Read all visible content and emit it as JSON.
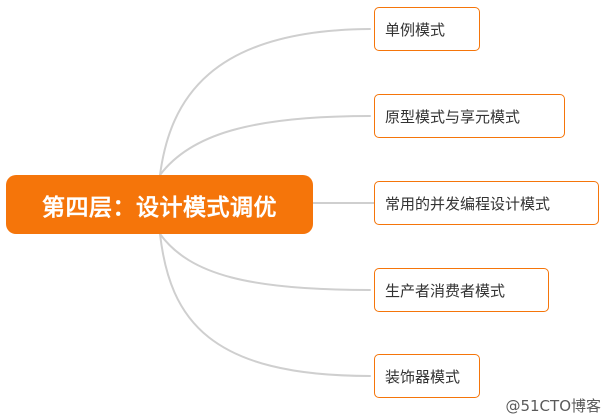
{
  "root": {
    "label": "第四层：设计模式调优"
  },
  "branches": [
    {
      "label": "单例模式"
    },
    {
      "label": "原型模式与享元模式"
    },
    {
      "label": "常用的并发编程设计模式"
    },
    {
      "label": "生产者消费者模式"
    },
    {
      "label": "装饰器模式"
    }
  ],
  "watermark": "@51CTO博客",
  "colors": {
    "accent": "#f5750a",
    "connector": "#cfcfcf",
    "text": "#333333"
  }
}
